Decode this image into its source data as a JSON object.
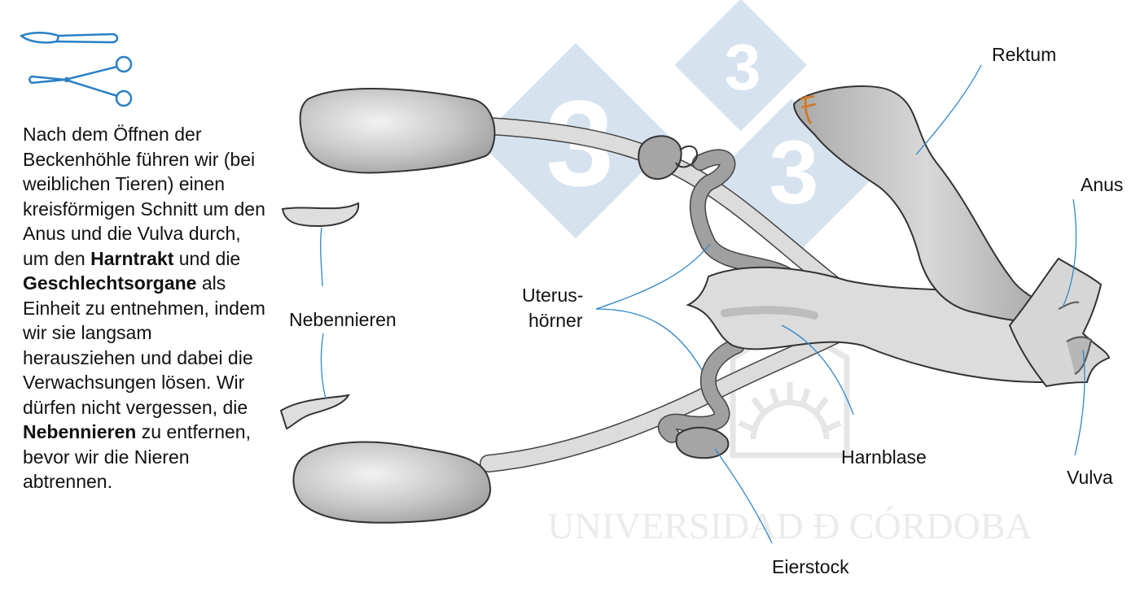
{
  "description": [
    {
      "text": "Nach dem Öffnen der Beckenhöhle führen wir (bei weiblichen Tieren) einen kreisförmigen Schnitt um den Anus und die Vulva durch, um den ",
      "bold": false
    },
    {
      "text": "Harntrakt",
      "bold": true
    },
    {
      "text": " und die ",
      "bold": false
    },
    {
      "text": "Geschlechtsorgane",
      "bold": true
    },
    {
      "text": " als Einheit zu entnehmen, indem wir sie langsam herausziehen und dabei die Verwachsungen lösen. Wir dürfen nicht vergessen, die ",
      "bold": false
    },
    {
      "text": "Nebennieren",
      "bold": true
    },
    {
      "text": " zu entfernen, bevor wir die Nieren abtrennen.",
      "bold": false
    }
  ],
  "labels": {
    "rektum": "Rektum",
    "anus": "Anus",
    "nebennieren": "Nebennieren",
    "uterus_line1": "Uterus-",
    "uterus_line2": "hörner",
    "harnblase": "Harnblase",
    "vulva": "Vulva",
    "eierstock": "Eierstock"
  },
  "watermark": {
    "logo_digit": "3",
    "university_text": "UNIVERSIDAD Ð CÓRDOBA"
  },
  "colors": {
    "organ_fill": "#cdcdcd",
    "organ_dark": "#9a9a9a",
    "outline": "#333333",
    "leader_line": "#2f86c9",
    "tool_blue": "#2a7fc4",
    "watermark_blue": "#d6e3ef",
    "watermark_grey": "#e8e8e8",
    "suture": "#d07a2a"
  },
  "icons": [
    "scalpel-icon",
    "scissors-icon"
  ]
}
